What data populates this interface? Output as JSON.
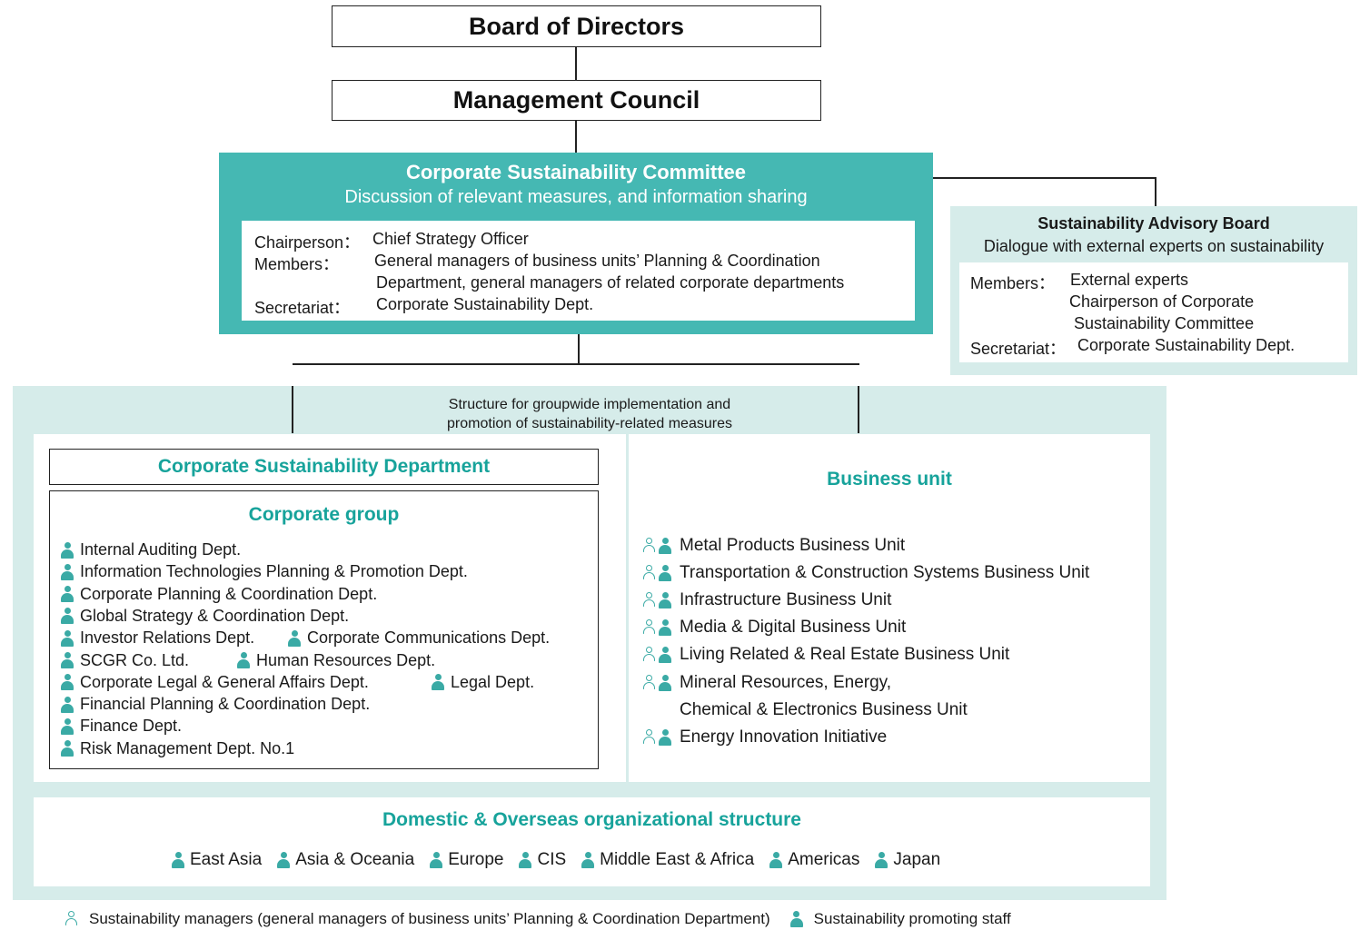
{
  "board": {
    "title": "Board of Directors"
  },
  "council": {
    "title": "Management Council"
  },
  "committee": {
    "title": "Corporate Sustainability Committee",
    "subtitle": "Discussion of relevant measures, and information sharing",
    "chair_label": "Chairperson：",
    "chair_value": "Chief Strategy Officer",
    "members_label": "Members：",
    "members_line1": "General managers of business units’ Planning & Coordination",
    "members_line2": "Department, general managers of related corporate departments",
    "secretariat_label": "Secretariat：",
    "secretariat_value": "Corporate Sustainability Dept."
  },
  "advisory": {
    "title": "Sustainability Advisory Board",
    "subtitle": "Dialogue with external experts on sustainability",
    "members_label": "Members：",
    "members_line1": "External experts",
    "members_line2": "Chairperson of Corporate",
    "members_line3": "Sustainability Committee",
    "secretariat_label": "Secretariat：",
    "secretariat_value": "Corporate Sustainability Dept."
  },
  "structure": {
    "caption_line1": "Structure for groupwide implementation and",
    "caption_line2": "promotion of sustainability-related measures"
  },
  "corporate_dept": {
    "title": "Corporate Sustainability Department"
  },
  "corporate_group": {
    "title": "Corporate group",
    "items": [
      "Internal Auditing Dept.",
      "Information Technologies Planning & Promotion Dept.",
      "Corporate Planning & Coordination Dept.",
      "Global Strategy & Coordination Dept.",
      "Investor Relations Dept.",
      "Corporate Communications Dept.",
      "SCGR Co. Ltd.",
      "Human Resources Dept.",
      "Corporate Legal & General Affairs Dept.",
      "Legal Dept.",
      "Financial Planning & Coordination Dept.",
      "Finance Dept.",
      "Risk Management Dept. No.1"
    ]
  },
  "business_unit": {
    "title": "Business unit",
    "items": [
      "Metal Products Business Unit",
      "Transportation & Construction Systems Business Unit",
      "Infrastructure Business Unit",
      "Media & Digital Business Unit",
      "Living Related & Real Estate Business Unit",
      "Mineral Resources, Energy,",
      "Chemical & Electronics Business Unit",
      "Energy Innovation Initiative"
    ]
  },
  "domestic": {
    "title": "Domestic & Overseas organizational structure",
    "regions": [
      "East Asia",
      "Asia & Oceania",
      "Europe",
      "CIS",
      "Middle East & Africa",
      "Americas",
      "Japan"
    ]
  },
  "legend": {
    "managers": "Sustainability managers (general managers of business units’ Planning & Coordination Department)",
    "staff": "Sustainability promoting staff"
  },
  "icons": {
    "person_filled": "person-filled-icon",
    "person_outline": "person-outline-icon"
  },
  "colors": {
    "teal": "#45b8b3",
    "teal_text": "#17a39b",
    "light_teal": "#d6ecea",
    "icon": "#3aaaa5"
  }
}
